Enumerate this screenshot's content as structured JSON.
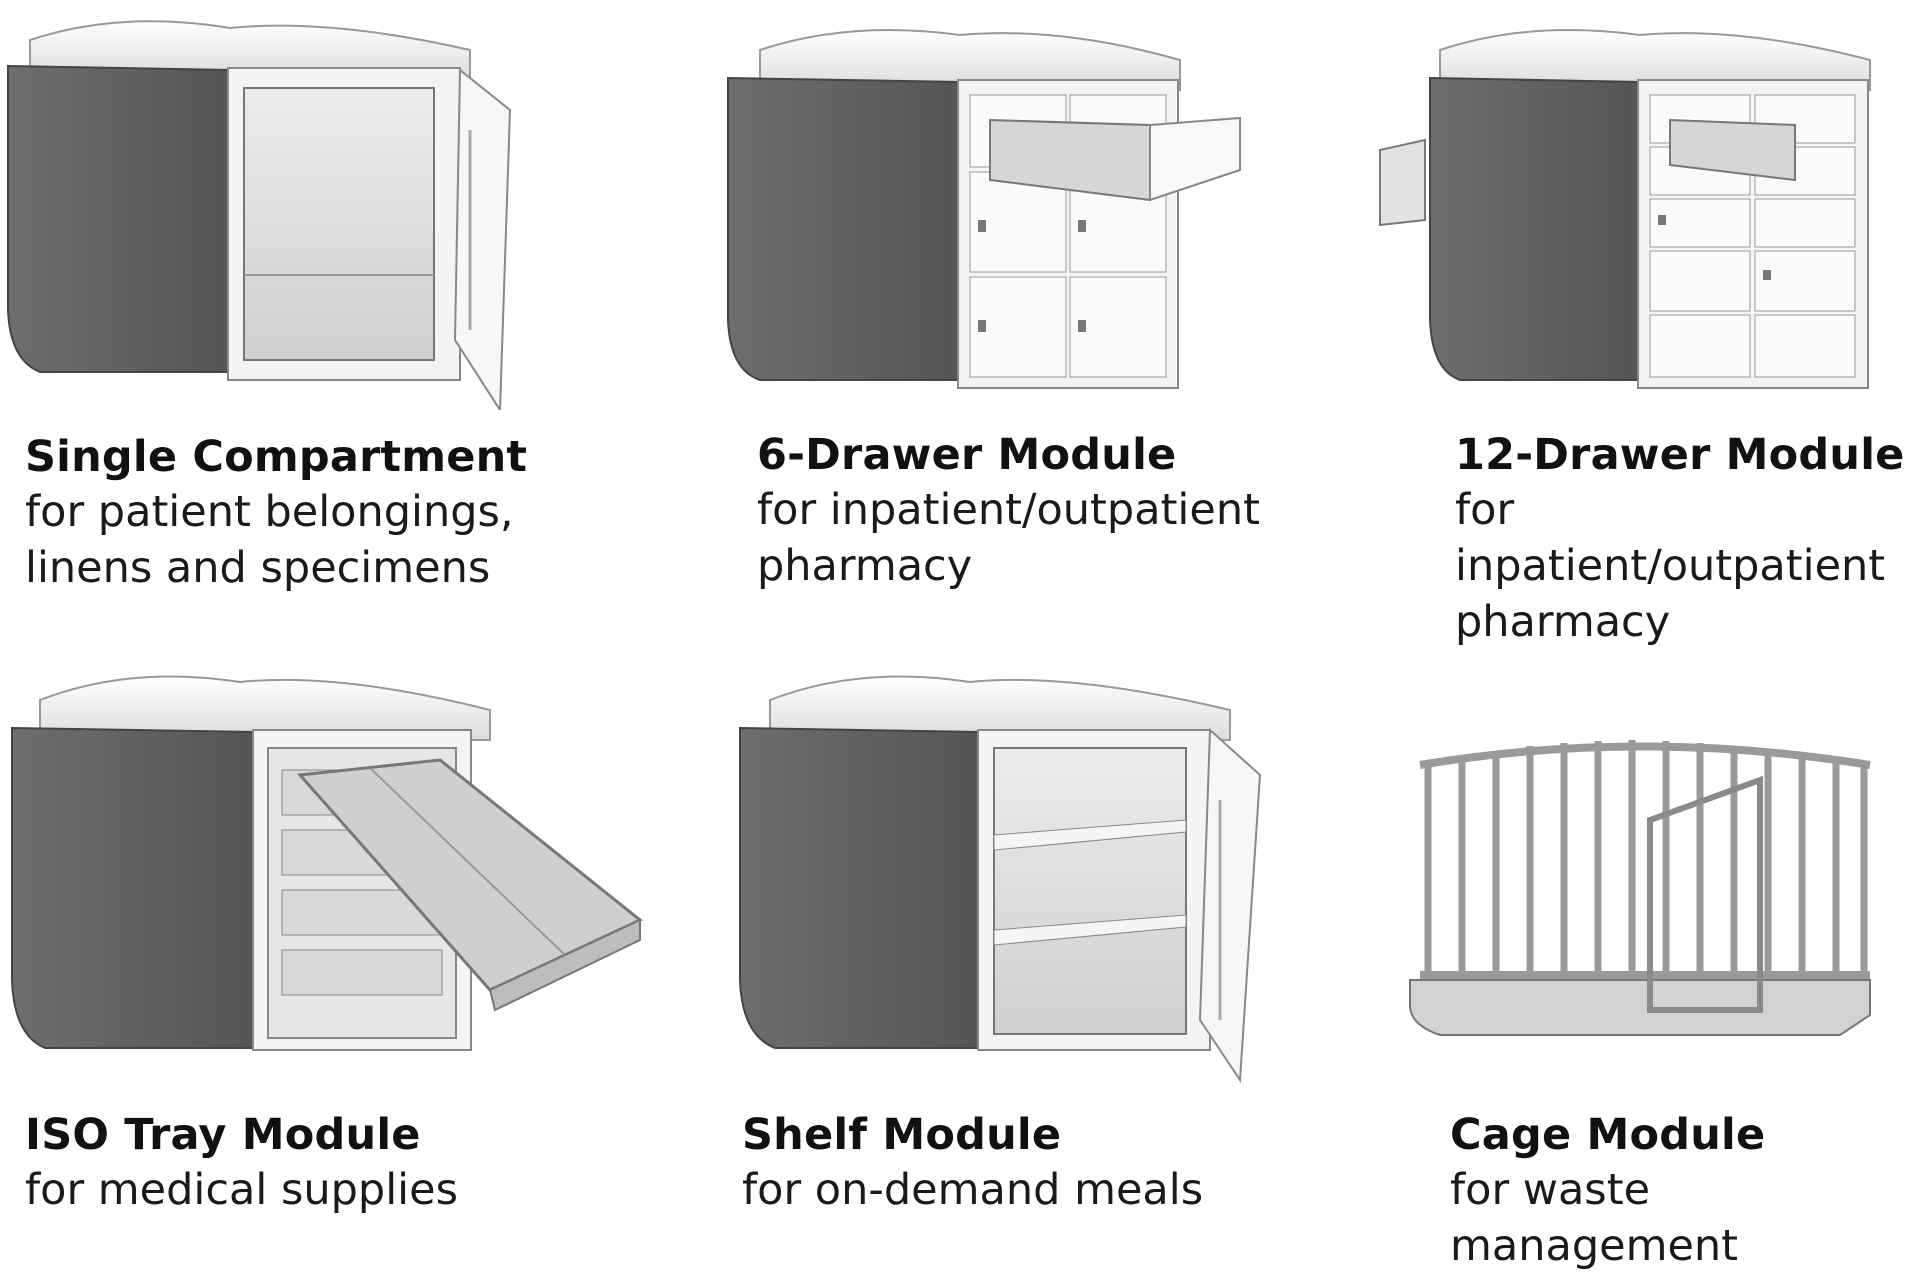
{
  "modules": [
    {
      "title": "Single Compartment",
      "description": "for patient belongings,\nlinens and specimens",
      "icon": "single-compartment-icon"
    },
    {
      "title": "6-Drawer Module",
      "description": "for inpatient/outpatient\npharmacy",
      "icon": "six-drawer-icon"
    },
    {
      "title": "12-Drawer Module",
      "description": "for inpatient/outpatient\npharmacy",
      "icon": "twelve-drawer-icon"
    },
    {
      "title": "ISO Tray Module",
      "description": "for medical supplies",
      "icon": "iso-tray-icon"
    },
    {
      "title": "Shelf Module",
      "description": "for on-demand meals",
      "icon": "shelf-icon"
    },
    {
      "title": "Cage Module",
      "description": "for waste management",
      "icon": "cage-icon"
    }
  ],
  "colors": {
    "body": "#5f5f5f",
    "frame": "#f3f3f3",
    "outline": "#8a8a8a",
    "metal": "#a9a9a9"
  }
}
